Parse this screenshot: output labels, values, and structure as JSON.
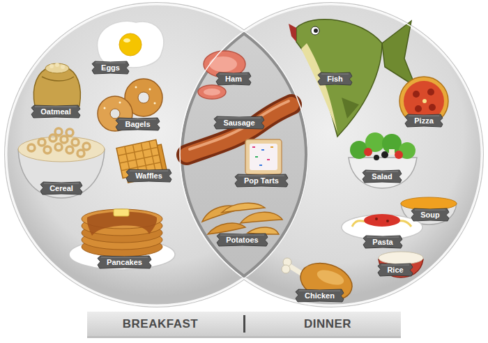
{
  "diagram": {
    "nodes": [
      {
        "text": [
          "BREAKFAST"
        ]
      },
      {
        "text": [
          "DINNER"
        ]
      },
      {
        "text": [
          "Eggs"
        ],
        "in": 0
      },
      {
        "text": [
          "Oatmeal"
        ],
        "in": 0
      },
      {
        "text": [
          "Bagels"
        ],
        "in": 0
      },
      {
        "text": [
          "Cereal"
        ],
        "in": 0
      },
      {
        "text": [
          "Waffles"
        ],
        "in": 0
      },
      {
        "text": [
          "Pancakes"
        ],
        "in": 0
      },
      {
        "text": [
          "Ham"
        ]
      },
      {
        "text": [
          "Sausage"
        ]
      },
      {
        "text": [
          "Pop Tarts"
        ]
      },
      {
        "text": [
          "Potatoes"
        ]
      },
      {
        "text": [
          "Fish"
        ],
        "in": 1
      },
      {
        "text": [
          "Pizza"
        ],
        "in": 1
      },
      {
        "text": [
          "Salad"
        ],
        "in": 1
      },
      {
        "text": [
          "Soup"
        ],
        "in": 1
      },
      {
        "text": [
          "Pasta"
        ],
        "in": 1
      },
      {
        "text": [
          "Rice"
        ],
        "in": 1
      },
      {
        "text": [
          "Chicken"
        ],
        "in": 1
      }
    ],
    "edges": []
  }
}
